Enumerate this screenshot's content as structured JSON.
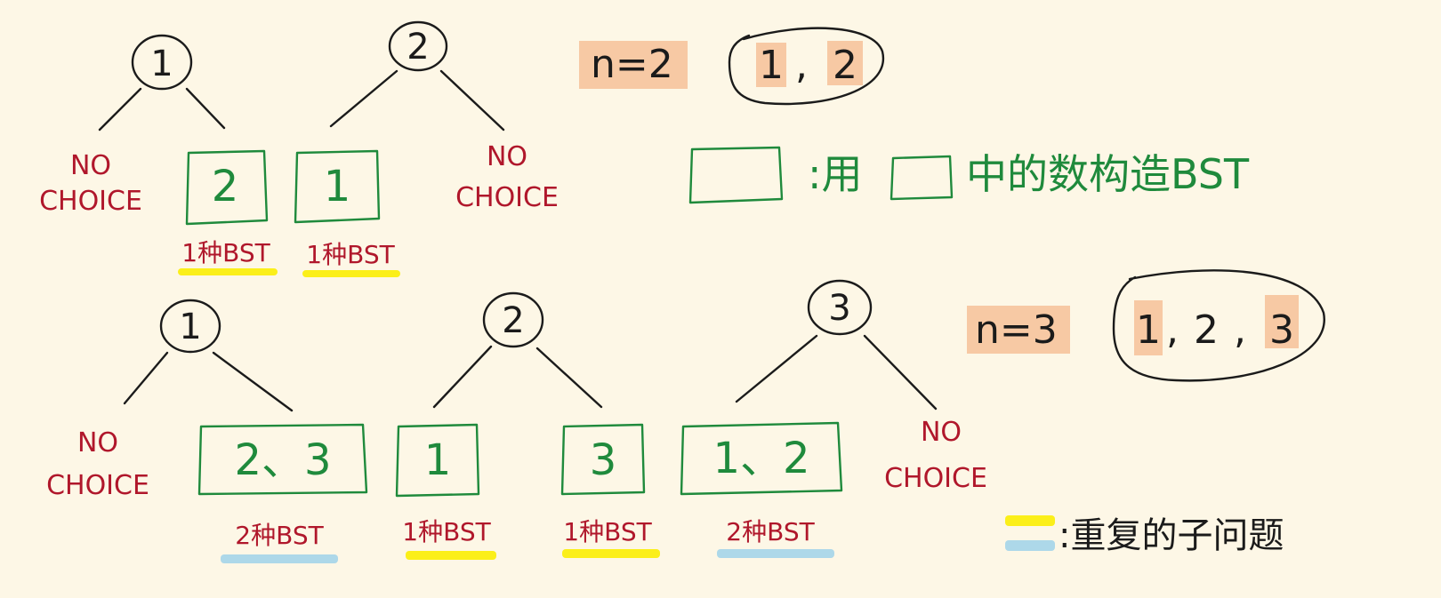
{
  "no_choice": [
    "NO",
    "CHOICE"
  ],
  "n2": {
    "label": "n=2",
    "set": [
      "1",
      "2"
    ],
    "set_separator": ",",
    "trees": [
      {
        "root": "1",
        "left": "no_choice",
        "right": {
          "box": "2",
          "count": "1种BST",
          "highlight": "yellow"
        }
      },
      {
        "root": "2",
        "left": {
          "box": "1",
          "count": "1种BST",
          "highlight": "yellow"
        },
        "right": "no_choice"
      }
    ]
  },
  "n3": {
    "label": "n=3",
    "set": [
      "1",
      "2",
      "3"
    ],
    "set_separator": ",",
    "trees": [
      {
        "root": "1",
        "left": "no_choice",
        "right": {
          "box": "2、3",
          "count": "2种BST",
          "highlight": "blue"
        }
      },
      {
        "root": "2",
        "left": {
          "box": "1",
          "count": "1种BST",
          "highlight": "yellow"
        },
        "right": {
          "box": "3",
          "count": "1种BST",
          "highlight": "yellow"
        }
      },
      {
        "root": "3",
        "left": {
          "box": "1、2",
          "count": "2种BST",
          "highlight": "blue"
        },
        "right": "no_choice"
      }
    ]
  },
  "legend": {
    "box_text_prefix": ":用",
    "box_text_suffix": "中的数构造BST",
    "highlight_text": ":重复的子问题"
  },
  "colors": {
    "background": "#fdf7e6",
    "ink": "#1b1b1b",
    "green": "#1f8a3c",
    "red": "#b0172b",
    "orange_highlight": "#f7c9a4",
    "yellow_highlight": "#fbef1a",
    "blue_highlight": "#add8e9"
  }
}
